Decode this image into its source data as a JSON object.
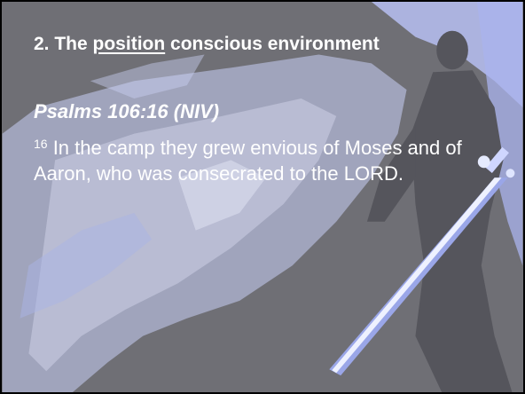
{
  "slide": {
    "heading": {
      "prefix": "2. The ",
      "underlined": "position",
      "suffix": " conscious environment"
    },
    "reference": "Psalms 106:16 (NIV)",
    "verse": {
      "number": "16",
      "text": " In the camp they grew envious of Moses and of Aaron, who was consecrated to the LORD."
    }
  },
  "colors": {
    "background": "#6f6f75",
    "highlight": "#c9d0f5",
    "text": "#ffffff"
  },
  "icons": [
    "figure-silhouette",
    "sword"
  ]
}
